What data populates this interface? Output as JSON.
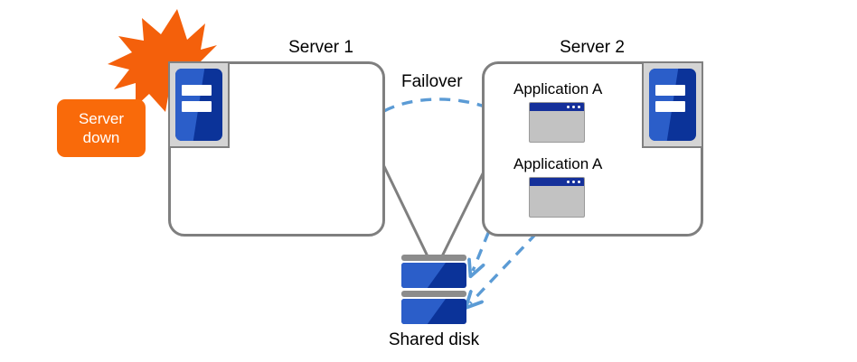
{
  "diagram": {
    "title_left": "Server 1",
    "title_right": "Server 2",
    "failover_label": "Failover",
    "shared_disk_label": "Shared disk",
    "down_badge": {
      "line1": "Server",
      "line2": "down"
    },
    "applications": [
      {
        "label": "Application A"
      },
      {
        "label": "Application A"
      }
    ],
    "colors": {
      "accent_orange": "#f96a0a",
      "server_blue_light": "#2b5ec9",
      "server_blue_dark": "#0b3399",
      "arrow_blue": "#5b9bd5",
      "box_gray": "#7f7f7f",
      "icon_gray": "#c2c2c2",
      "background": "#ffffff"
    },
    "icons": {
      "server_unit": "server-icon",
      "application_window": "app-window-icon",
      "shared_disk": "disk-icon",
      "failure_burst": "lightning-burst-icon",
      "failover_arrow": "dashed-curve-arrow-icon",
      "disk_access_arrow": "dashed-arrow-icon",
      "disk_link": "solid-connector-line-icon"
    }
  }
}
